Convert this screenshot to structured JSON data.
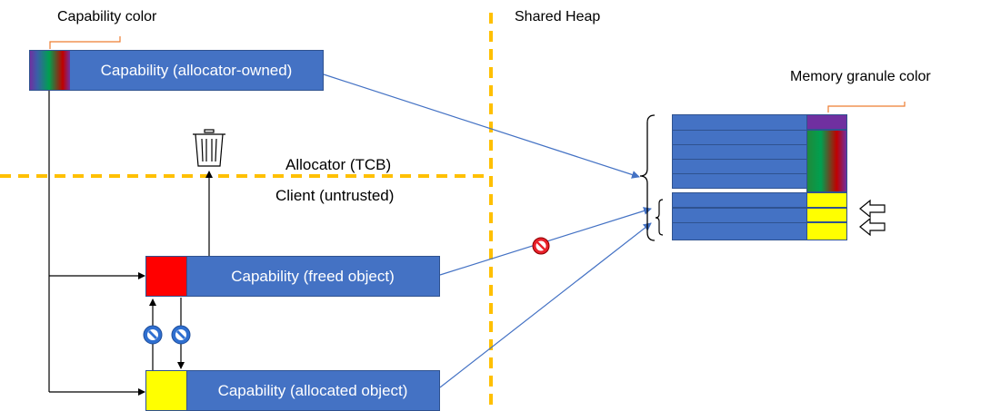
{
  "labels": {
    "capability_color": "Capability color",
    "shared_heap": "Shared Heap",
    "memory_granule_color": "Memory granule color",
    "allocator_tcb": "Allocator (TCB)",
    "client_untrusted": "Client (untrusted)"
  },
  "capabilities": {
    "allocator_owned": "Capability (allocator-owned)",
    "freed_object": "Capability (freed object)",
    "allocated_object": "Capability (allocated object)"
  },
  "colors": {
    "capability_blue": "#4472C4",
    "boundary_orange": "#FFC000",
    "arrow_blue": "#4472C4",
    "callout_orange": "#ED7D31",
    "freed_red": "#FF0000",
    "allocated_yellow": "#FFFF00",
    "revoked_purple": "#7030A0",
    "forbidden_red": "#E8202A",
    "forbidden_blue": "#2F6FD0"
  },
  "icons": [
    "trash-can-icon",
    "forbidden-icon",
    "hollow-left-arrow-icon",
    "brace-icon"
  ]
}
